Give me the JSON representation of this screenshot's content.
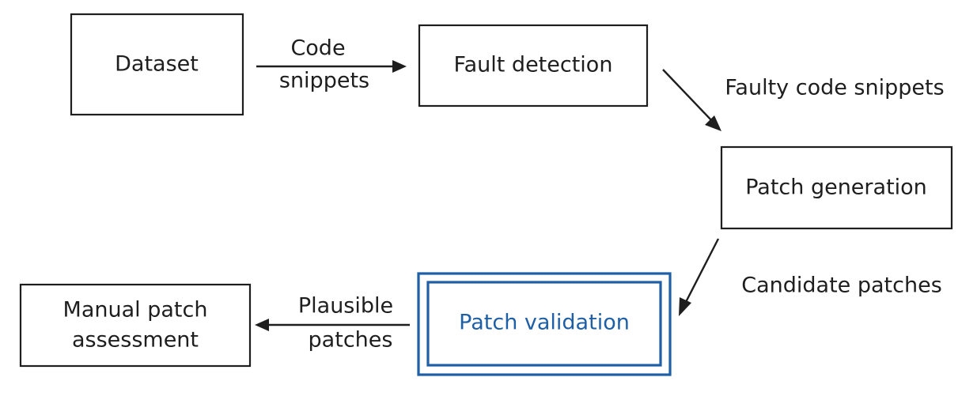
{
  "nodes": {
    "dataset": "Dataset",
    "fault_detection": "Fault detection",
    "patch_generation": "Patch generation",
    "patch_validation": "Patch validation",
    "manual_assessment": [
      "Manual patch",
      "assessment"
    ]
  },
  "edges": {
    "code_snippets": [
      "Code",
      "snippets"
    ],
    "faulty_code_snippets": "Faulty code snippets",
    "candidate_patches": "Candidate patches",
    "plausible_patches": [
      "Plausible",
      "patches"
    ]
  },
  "colors": {
    "stroke": "#1e1e1e",
    "highlight": "#1f5fa6"
  }
}
